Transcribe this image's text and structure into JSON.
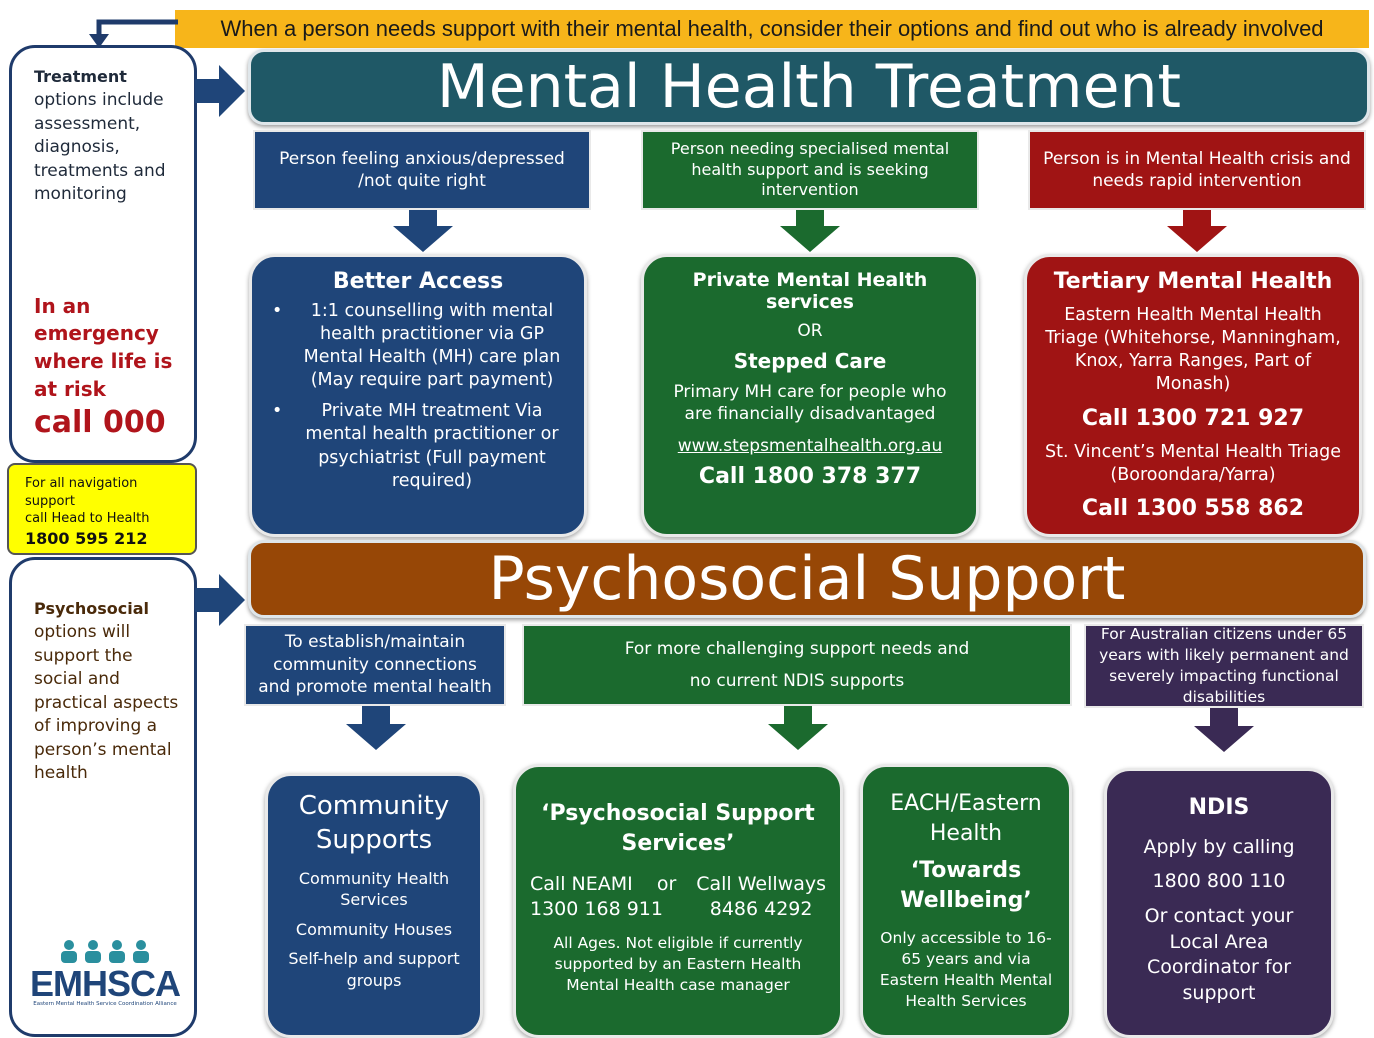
{
  "banner": "When a person needs support with their mental health, consider their options and find out who is already involved",
  "sidebar": {
    "treatment": {
      "bold": "Treatment",
      "text": "options include assessment, diagnosis, treatments and monitoring"
    },
    "emergency": {
      "text": "In an emergency where life is at risk",
      "call": "call 000"
    },
    "navigation": {
      "line1": "For all navigation support",
      "line2": "call Head to Health",
      "phone": "1800 595 212"
    },
    "psychosocial": {
      "bold": "Psychosocial",
      "text": "options will support the social and practical aspects of improving a person’s mental health"
    },
    "logo": {
      "name": "EMHSCA",
      "subtitle": "Eastern Mental Health Service Coordination Alliance"
    }
  },
  "treatment_section": {
    "title": "Mental Health Treatment",
    "conditions": [
      "Person feeling anxious/depressed /not quite right",
      "Person needing specialised mental health support and is seeking intervention",
      "Person is in Mental Health crisis and needs rapid intervention"
    ],
    "better_access": {
      "title": "Better Access",
      "bullets": [
        "1:1 counselling with mental health practitioner via GP Mental Health (MH) care plan (May require part payment)",
        "Private MH treatment  Via mental health practitioner or psychiatrist (Full payment required)"
      ],
      "bullet_symbol": "•"
    },
    "private": {
      "title": "Private Mental Health services",
      "or": "OR",
      "subtitle": "Stepped Care",
      "text": "Primary MH care for people who are financially disadvantaged",
      "link": "www.stepsmentalhealth.org.au",
      "call": "Call 1800 378 377"
    },
    "tertiary": {
      "title": "Tertiary Mental Health",
      "text1": "Eastern Health Mental Health Triage (Whitehorse, Manningham, Knox, Yarra Ranges, Part of Monash)",
      "call1": "Call 1300 721 927",
      "text2": "St. Vincent’s Mental Health Triage (Boroondara/Yarra)",
      "call2": "Call 1300 558 862"
    }
  },
  "psychosocial_section": {
    "title": "Psychosocial Support",
    "conditions": {
      "first": "To establish/maintain community connections and promote mental health",
      "second_line1": "For more challenging support needs and",
      "second_line2": "no current NDIS supports",
      "third": "For Australian citizens under 65 years with likely permanent  and severely impacting functional disabilities"
    },
    "community": {
      "title": "Community Supports",
      "items": [
        "Community Health Services",
        "Community Houses",
        "Self-help and support groups"
      ]
    },
    "pss": {
      "title": "‘Psychosocial Support Services’",
      "call_left_label": "Call NEAMI",
      "or": "or",
      "call_right_label": "Call Wellways",
      "call_left_number": "1300 168 911",
      "call_right_number": "8486 4292",
      "note": "All Ages. Not eligible if currently supported by an Eastern Health Mental Health case manager"
    },
    "each": {
      "title": "EACH/Eastern Health",
      "subtitle": "‘Towards Wellbeing’",
      "note": "Only accessible  to 16-65 years and via Eastern Health Mental Health Services"
    },
    "ndis": {
      "title": "NDIS",
      "line1": "Apply  by calling",
      "phone": "1800 800 110",
      "line2": "Or contact your Local Area Coordinator for support"
    }
  },
  "colors": {
    "banner": "#f7b51a",
    "navy": "#1f4579",
    "green": "#1b6a2e",
    "red": "#a01414",
    "purple": "#3a2a54",
    "teal": "#1f5866",
    "brown": "#974706",
    "emergency_text": "#b0141b",
    "nav_box": "#ffff00"
  }
}
